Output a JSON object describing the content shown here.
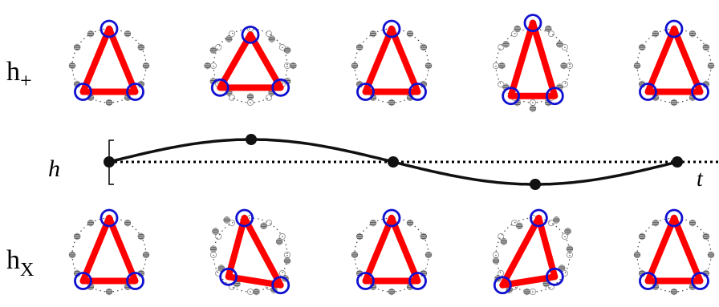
{
  "labels": {
    "row_top": "h",
    "row_top_sub": "+",
    "row_bottom": "h",
    "row_bottom_sub": "X",
    "axis_h": "h",
    "axis_t": "t"
  },
  "colors": {
    "triangle": "#ff0000",
    "mass_ring": "#1010d0",
    "curve": "#111111",
    "particle_fill": "#555555",
    "ghost": "#9a9a9a"
  },
  "waveform": {
    "phases": [
      0,
      0.25,
      0.5,
      0.75,
      1.0
    ],
    "description_points": [
      "start",
      "peak",
      "zero",
      "trough",
      "end"
    ]
  },
  "rows": [
    {
      "id": "plus",
      "polarization": "plus",
      "phases": [
        0,
        1,
        0,
        1,
        0
      ]
    },
    {
      "id": "cross",
      "polarization": "cross",
      "phases": [
        0,
        1,
        0,
        1,
        0
      ]
    }
  ]
}
